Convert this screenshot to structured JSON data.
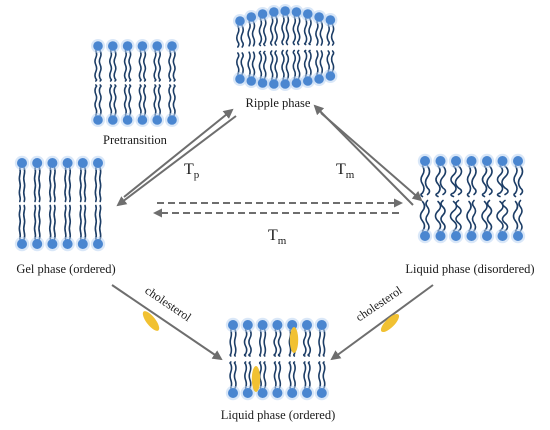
{
  "phases": {
    "ripple": {
      "label": "Ripple phase"
    },
    "pretransition": {
      "label": "Pretransition"
    },
    "gel": {
      "label": "Gel phase (ordered)"
    },
    "liquid_disordered": {
      "label": "Liquid phase (disordered)"
    },
    "liquid_ordered": {
      "label": "Liquid phase (ordered)"
    }
  },
  "transitions": {
    "tp": {
      "main": "T",
      "sub": "p"
    },
    "tm_top": {
      "main": "T",
      "sub": "m"
    },
    "tm_mid": {
      "main": "T",
      "sub": "m"
    }
  },
  "cholesterol": {
    "left_label": "cholesterol",
    "right_label": "cholesterol"
  },
  "colors": {
    "head": "#4a86d0",
    "head_glow": "#b9d3f2",
    "tail": "#1c3d66",
    "arrow": "#6e6e6e",
    "cholesterol": "#f1c132"
  }
}
